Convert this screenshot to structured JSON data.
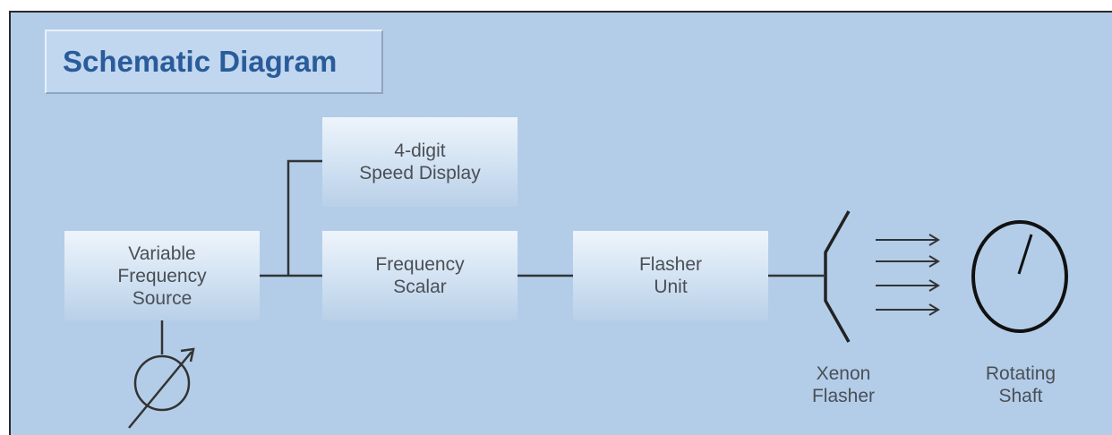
{
  "title": "Schematic Diagram",
  "blocks": {
    "vfs": "Variable\nFrequency\nSource",
    "speed_display": "4-digit\nSpeed Display",
    "freq_scalar": "Frequency\nScalar",
    "flasher_unit": "Flasher\nUnit"
  },
  "labels": {
    "xenon_flasher": "Xenon\nFlasher",
    "rotating_shaft": "Rotating\nShaft"
  },
  "colors": {
    "background": "#b3cde9",
    "title_text": "#2a5b9a",
    "wire": "#333333"
  }
}
